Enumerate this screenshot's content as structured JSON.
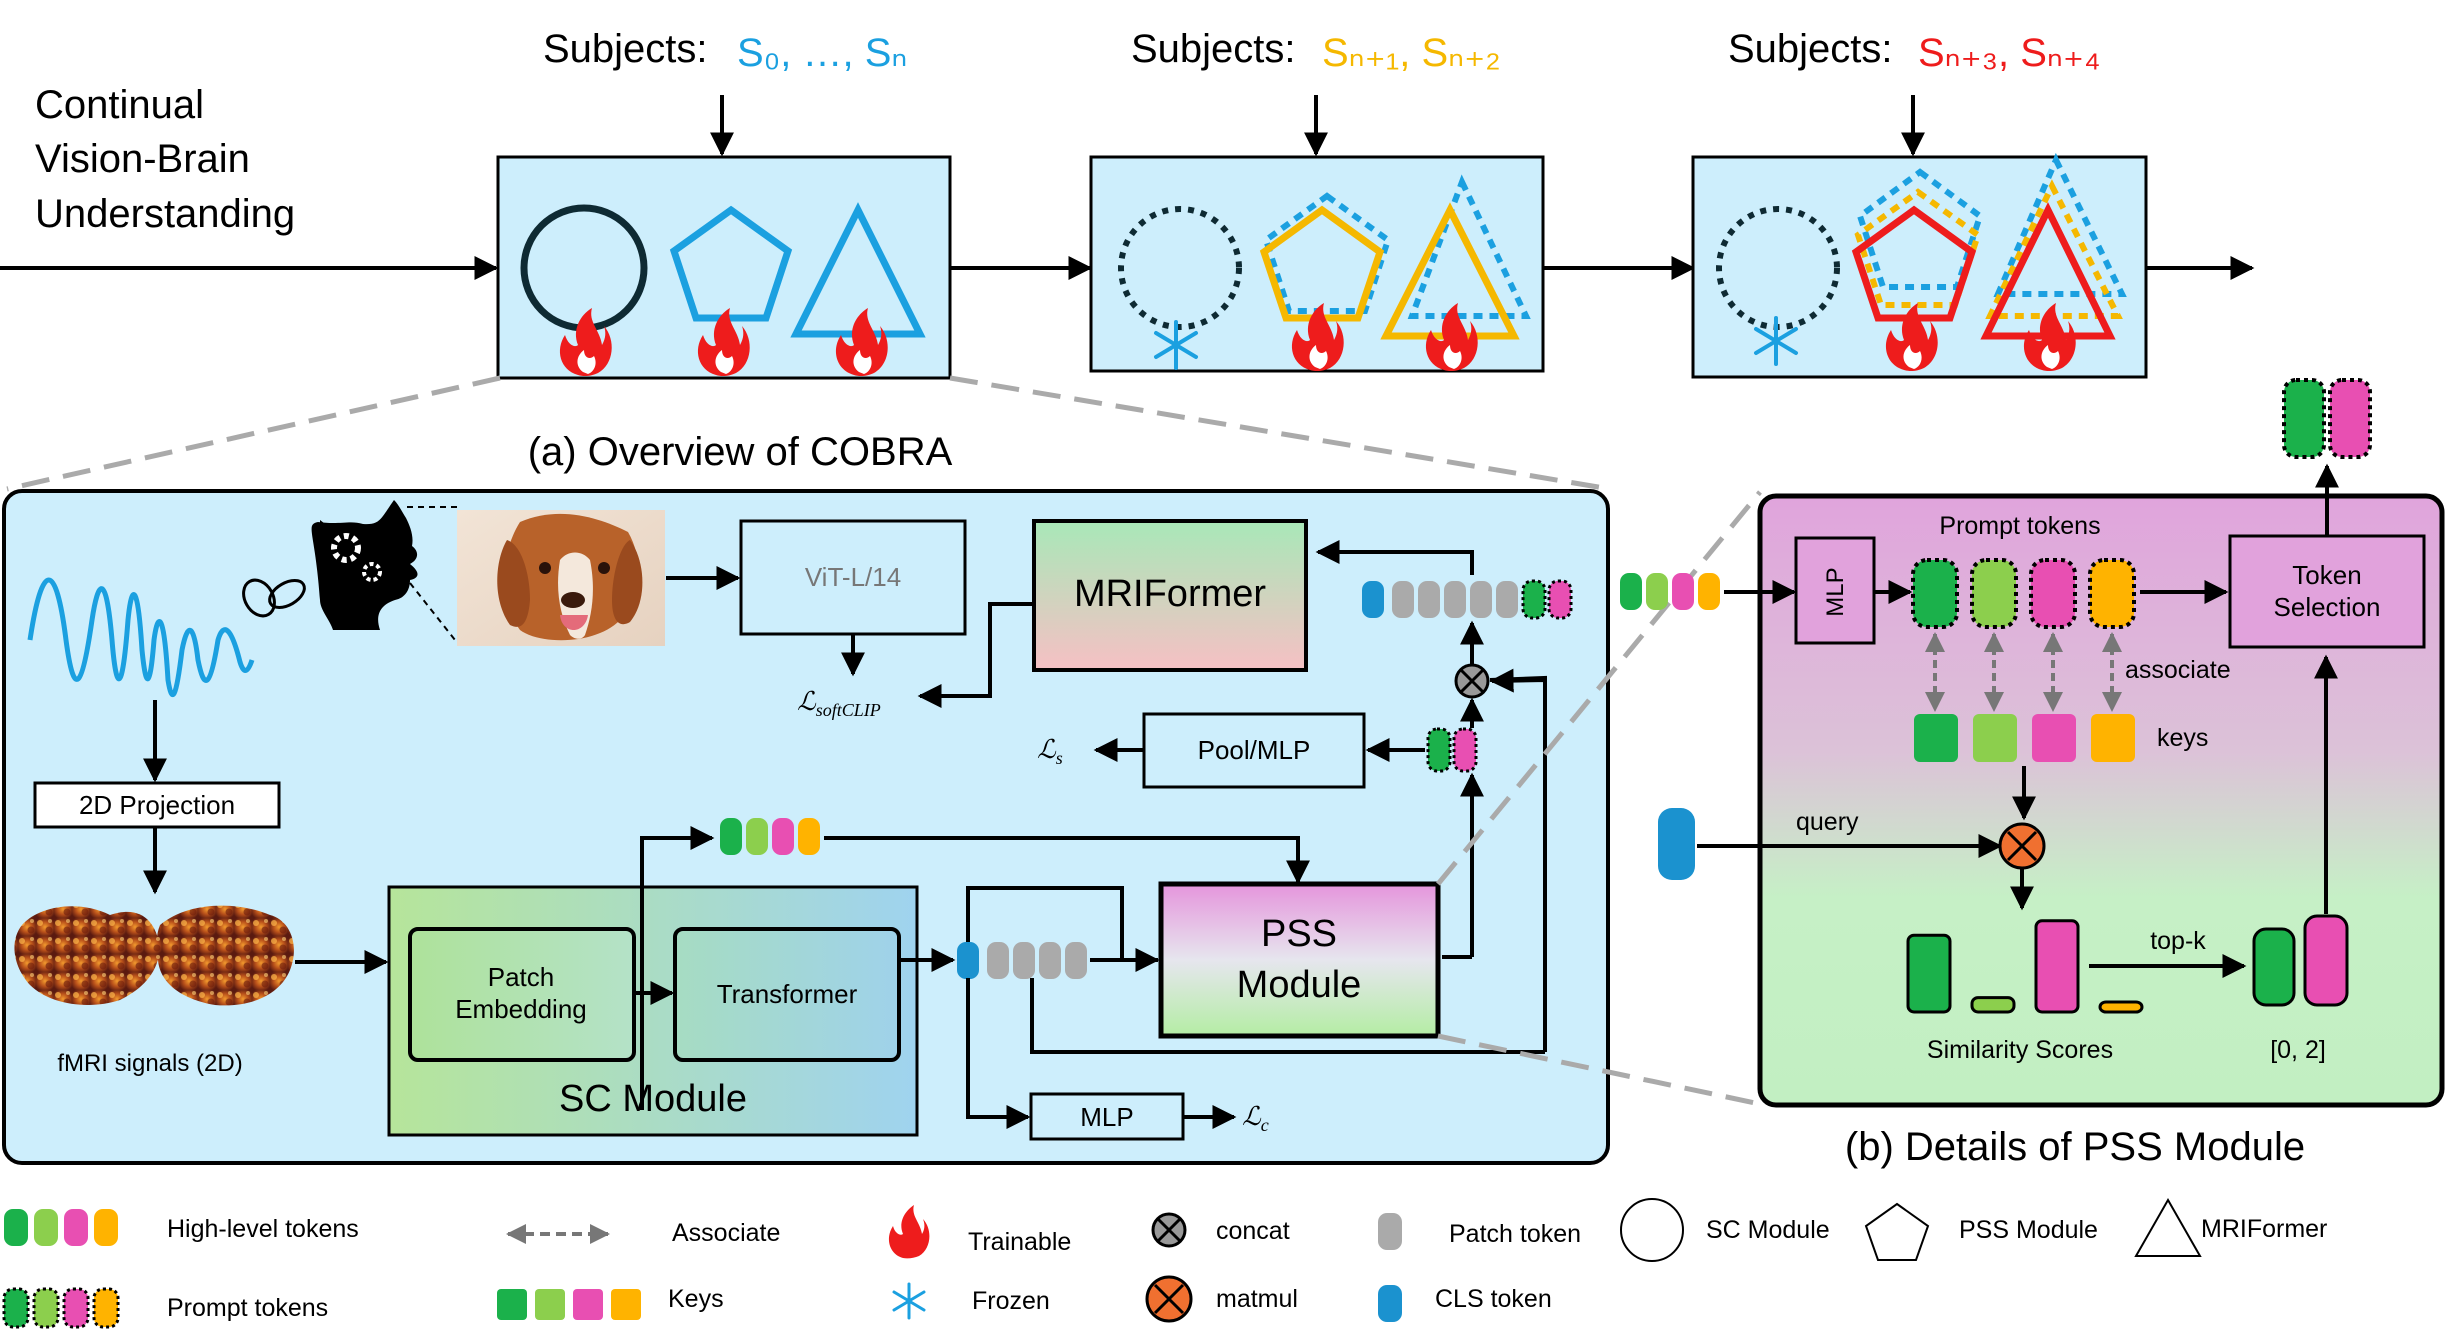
{
  "header": {
    "stream_label": [
      "Continual",
      "Vision-Brain",
      "Understanding"
    ],
    "subjects_prefix": "Subjects:",
    "stages": [
      {
        "subjects": "S₀, …, Sₙ",
        "color": "#1ba0e0"
      },
      {
        "subjects": "Sₙ₊₁, Sₙ₊₂",
        "color": "#f5b800"
      },
      {
        "subjects": "Sₙ₊₃, Sₙ₊₄",
        "color": "#ee1c1c"
      }
    ]
  },
  "overview": {
    "title": "(a) Overview of COBRA",
    "vit": "ViT-L/14",
    "mriformer": "MRIFormer",
    "loss_softclip": "ℒsoftCLIP",
    "loss_s": "ℒs",
    "loss_c": "ℒc",
    "pool_mlp": "Pool/MLP",
    "projection": "2D Projection",
    "fmri_label": "fMRI signals (2D)",
    "patch_embedding": [
      "Patch",
      "Embedding"
    ],
    "transformer": "Transformer",
    "sc_module": "SC Module",
    "pss_module": [
      "PSS",
      "Module"
    ],
    "mlp": "MLP"
  },
  "pss_details": {
    "title": "(b) Details of PSS Module",
    "mlp": "MLP",
    "prompt_tokens": "Prompt tokens",
    "token_selection": [
      "Token",
      "Selection"
    ],
    "associate": "associate",
    "keys": "keys",
    "query": "query",
    "topk": "top-k",
    "similarity": "Similarity Scores",
    "indices": "[0, 2]",
    "similarity_scores": [
      0.8,
      0.15,
      0.95,
      0.1
    ]
  },
  "legend": {
    "high_level_tokens": "High-level tokens",
    "prompt_tokens": "Prompt tokens",
    "associate": "Associate",
    "keys": "Keys",
    "trainable": "Trainable",
    "frozen": "Frozen",
    "concat": "concat",
    "matmul": "matmul",
    "patch_token": "Patch token",
    "cls_token": "CLS token",
    "sc_module": "SC Module",
    "pss_module": "PSS Module",
    "mriformer": "MRIFormer"
  },
  "colors": {
    "token_green": "#1bb14b",
    "token_lightgreen": "#8ccf4d",
    "token_pink": "#e84fb2",
    "token_orange": "#ffb300",
    "panel_blue": "#cdeefc",
    "pss_pink": "#e1a2dc",
    "pss_green": "#c4f0c4"
  }
}
